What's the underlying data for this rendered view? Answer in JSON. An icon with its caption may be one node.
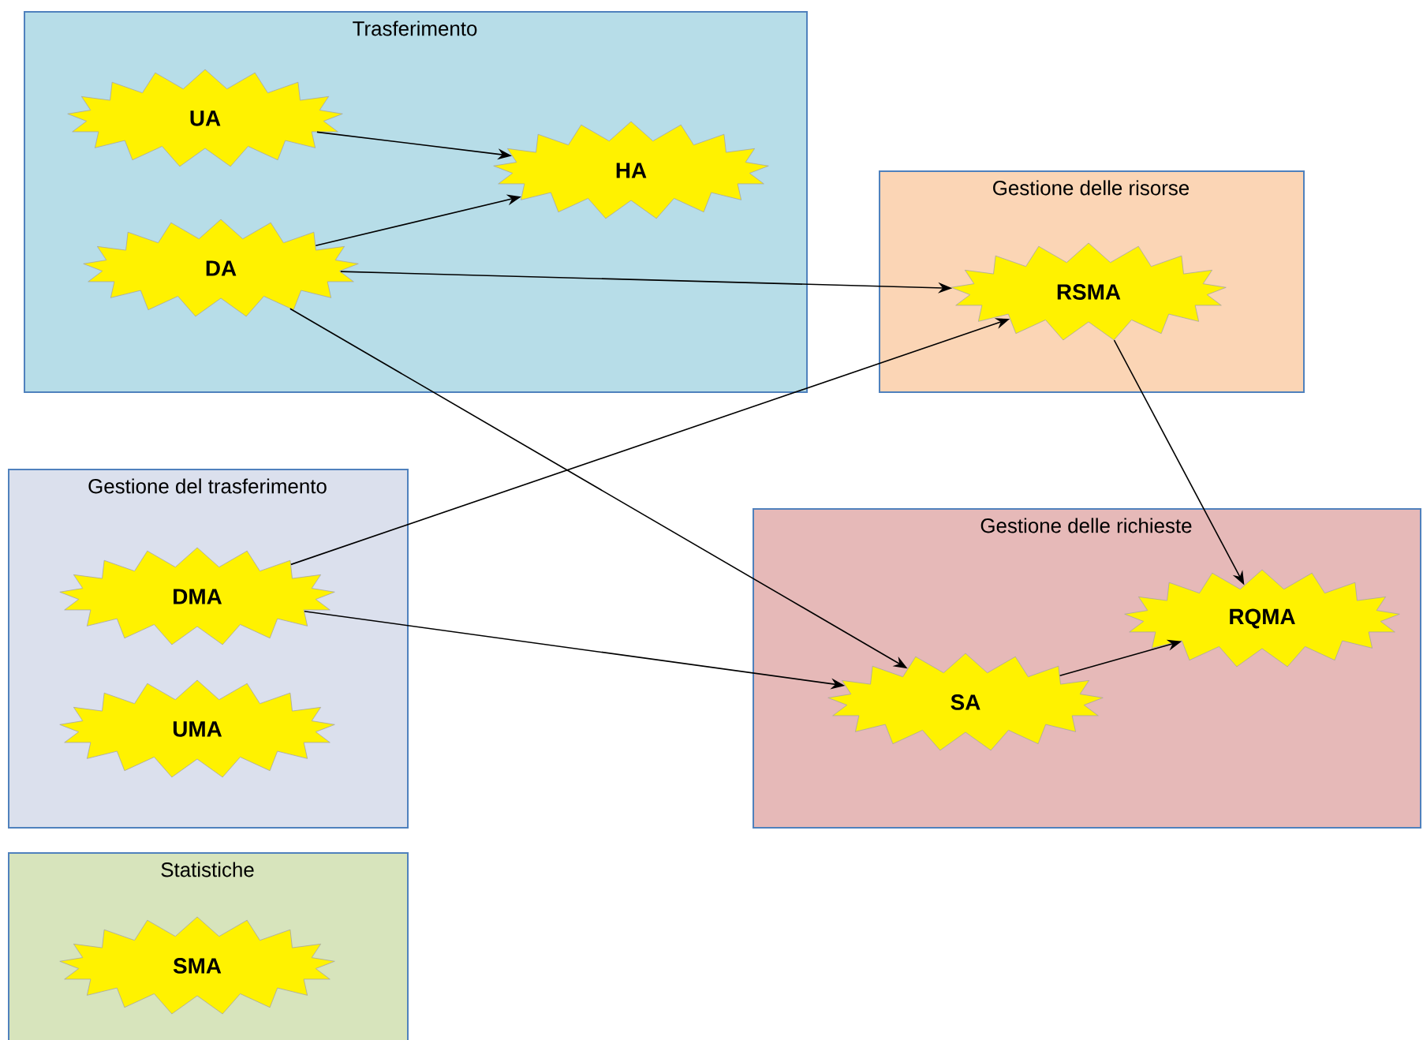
{
  "diagram": {
    "nodes": [
      {
        "text": [
          "Trasferimento"
        ]
      },
      {
        "text": [
          "UA"
        ],
        "in": 0
      },
      {
        "text": [
          "HA"
        ],
        "in": 0
      },
      {
        "text": [
          "DA"
        ],
        "in": 0
      },
      {
        "text": [
          "Gestione delle risorse"
        ]
      },
      {
        "text": [
          "RSMA"
        ],
        "in": 4
      },
      {
        "text": [
          "Gestione del trasferimento"
        ]
      },
      {
        "text": [
          "DMA"
        ],
        "in": 6
      },
      {
        "text": [
          "UMA"
        ],
        "in": 6
      },
      {
        "text": [
          "Gestione delle richieste"
        ]
      },
      {
        "text": [
          "RQMA"
        ],
        "in": 9
      },
      {
        "text": [
          "SA"
        ],
        "in": 9
      },
      {
        "text": [
          "Statistiche"
        ]
      },
      {
        "text": [
          "SMA"
        ],
        "in": 12
      }
    ],
    "edges": [
      {
        "from": 1,
        "to": 2,
        "arrow": "to"
      },
      {
        "from": 3,
        "to": 2,
        "arrow": "to"
      },
      {
        "from": 3,
        "to": 5,
        "arrow": "to"
      },
      {
        "from": 3,
        "to": 11,
        "arrow": "to"
      },
      {
        "from": 7,
        "to": 5,
        "arrow": "to"
      },
      {
        "from": 7,
        "to": 11,
        "arrow": "to"
      },
      {
        "from": 5,
        "to": 10,
        "arrow": "to"
      },
      {
        "from": 11,
        "to": 10,
        "arrow": "to"
      }
    ]
  }
}
